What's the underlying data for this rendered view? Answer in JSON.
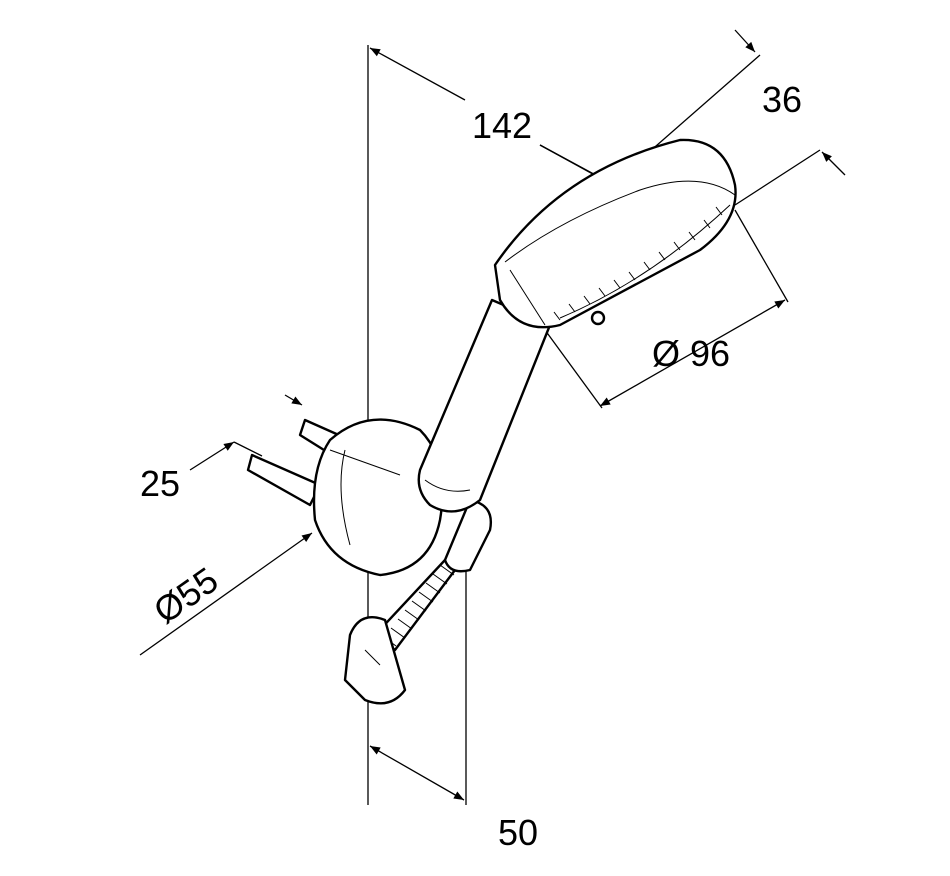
{
  "drawing": {
    "dimensions": {
      "length": "142",
      "head_depth": "36",
      "head_diameter": "Ø 96",
      "plug_length": "25",
      "mount_diameter": "Ø55",
      "mount_projection": "50"
    }
  }
}
